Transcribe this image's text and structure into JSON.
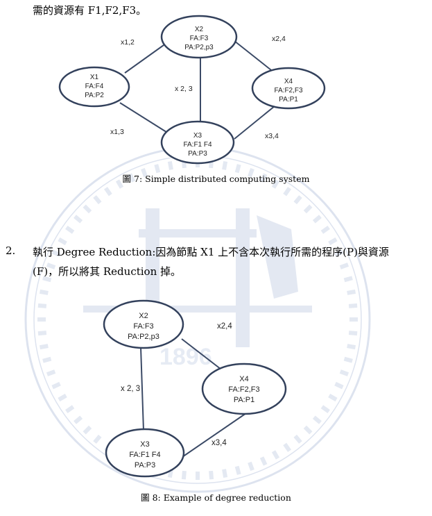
{
  "intro_text": "需的資源有 F1,F2,F3。",
  "figure1": {
    "caption": "圖 7: Simple distributed computing system",
    "nodes": {
      "x1": [
        "X1",
        "FA:F4",
        "PA:P2"
      ],
      "x2": [
        "X2",
        "FA:F3",
        "PA:P2,p3"
      ],
      "x3": [
        "X3",
        "FA:F1 F4",
        "PA:P3"
      ],
      "x4": [
        "X4",
        "FA:F2,F3",
        "PA:P1"
      ]
    },
    "edges": {
      "x12": "x1,2",
      "x24": "x2,4",
      "x23": "x 2, 3",
      "x13": "x1,3",
      "x34": "x3,4"
    }
  },
  "item2": {
    "number": "2.",
    "line1": "執行 Degree Reduction:因為節點 X1 上不含本次執行所需的程序(P)與資源",
    "line2": "(F)，所以將其 Reduction 掉。"
  },
  "figure2": {
    "caption": "圖 8: Example of degree reduction",
    "nodes": {
      "x2": [
        "X2",
        "FA:F3",
        "PA:P2,p3"
      ],
      "x3": [
        "X3",
        "FA:F1 F4",
        "PA:P3"
      ],
      "x4": [
        "X4",
        "FA:F2,F3",
        "PA:P1"
      ]
    },
    "edges": {
      "x24": "x2,4",
      "x23": "x 2, 3",
      "x34": "x3,4"
    }
  },
  "watermark": {
    "year": "1896"
  }
}
